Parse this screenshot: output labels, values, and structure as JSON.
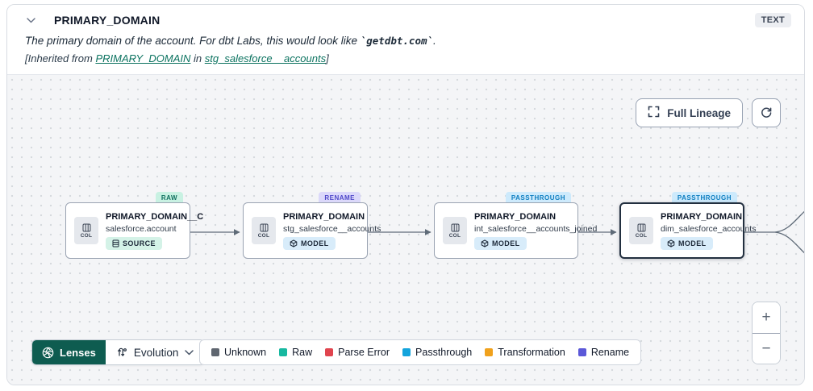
{
  "header": {
    "title": "PRIMARY_DOMAIN",
    "type_badge": "TEXT",
    "description": {
      "prefix": "The primary domain of the account. For dbt Labs, this would look like ",
      "code": "`getdbt.com`",
      "suffix": "."
    },
    "inherited": {
      "prefix": "[Inherited from ",
      "column_link": "PRIMARY_DOMAIN",
      "middle": " in ",
      "model_link": "stg_salesforce__accounts",
      "suffix": "]"
    }
  },
  "toolbar": {
    "full_lineage_label": "Full Lineage"
  },
  "graph": {
    "col_chip_label": "COL",
    "nodes": [
      {
        "title": "PRIMARY_DOMAIN__C",
        "subtitle": "salesforce.account",
        "kind": "SOURCE",
        "tag": "RAW"
      },
      {
        "title": "PRIMARY_DOMAIN",
        "subtitle": "stg_salesforce__accounts",
        "kind": "MODEL",
        "tag": "RENAME"
      },
      {
        "title": "PRIMARY_DOMAIN",
        "subtitle": "int_salesforce__accounts_joined",
        "kind": "MODEL",
        "tag": "PASSTHROUGH"
      },
      {
        "title": "PRIMARY_DOMAIN",
        "subtitle": "dim_salesforce_accounts",
        "kind": "MODEL",
        "tag": "PASSTHROUGH"
      }
    ]
  },
  "lenses": {
    "button_label": "Lenses",
    "selected_lens": "Evolution"
  },
  "legend": {
    "items": [
      {
        "label": "Unknown",
        "color": "#5f6670"
      },
      {
        "label": "Raw",
        "color": "#17b8a0"
      },
      {
        "label": "Parse Error",
        "color": "#e0444e"
      },
      {
        "label": "Passthrough",
        "color": "#14a4dc"
      },
      {
        "label": "Transformation",
        "color": "#f0a11c"
      },
      {
        "label": "Rename",
        "color": "#5b58d8"
      }
    ]
  },
  "zoom_controls": {
    "zoom_in": "+",
    "zoom_out": "−"
  },
  "colors": {
    "accent_teal": "#0c7360",
    "lenses_green": "#0e5c50"
  }
}
